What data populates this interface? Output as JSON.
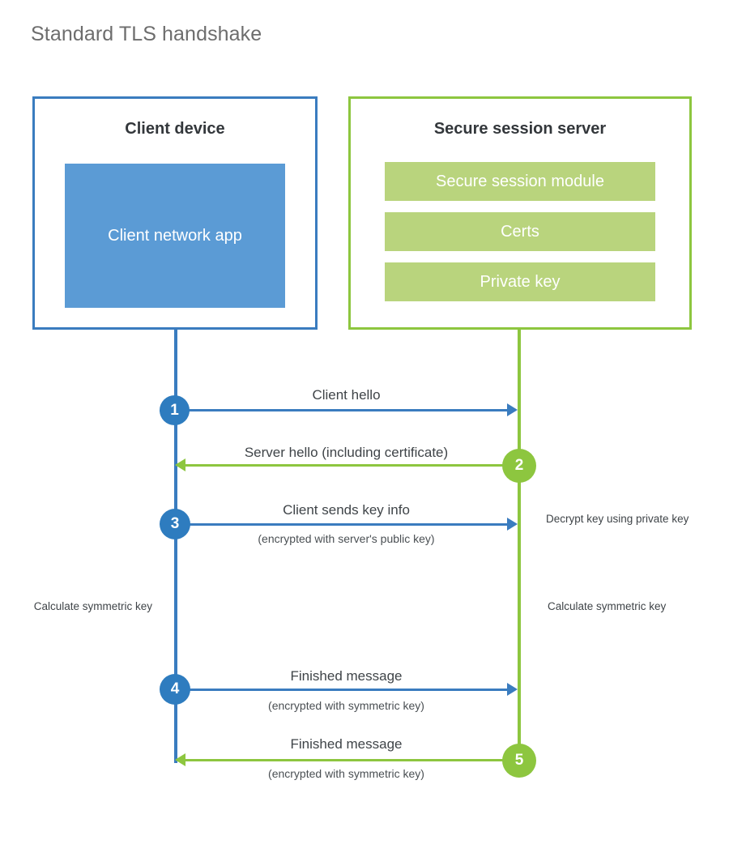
{
  "title": "Standard TLS handshake",
  "colors": {
    "client_border": "#3a7cbf",
    "client_app_fill": "#5b9bd5",
    "server_border": "#8dc63f",
    "server_bar_fill": "#b9d47d",
    "client_accent": "#2e7cbf",
    "server_accent": "#8dc63f",
    "title_text": "#6d6d6d",
    "body_text": "#3f4448"
  },
  "actors": {
    "client": {
      "title": "Client device",
      "app_label": "Client network app"
    },
    "server": {
      "title": "Secure session server",
      "components": [
        {
          "label": "Secure session module"
        },
        {
          "label": "Certs"
        },
        {
          "label": "Private key"
        }
      ]
    }
  },
  "steps": [
    {
      "number": "1",
      "label": "Client hello",
      "sublabel": "",
      "direction": "client-to-server",
      "origin": "client"
    },
    {
      "number": "2",
      "label": "Server hello (including certificate)",
      "sublabel": "",
      "direction": "server-to-client",
      "origin": "server"
    },
    {
      "number": "3",
      "label": "Client sends key info",
      "sublabel": "(encrypted with server's public key)",
      "direction": "client-to-server",
      "origin": "client"
    },
    {
      "number": "4",
      "label": "Finished message",
      "sublabel": "(encrypted with symmetric key)",
      "direction": "client-to-server",
      "origin": "client"
    },
    {
      "number": "5",
      "label": "Finished message",
      "sublabel": "(encrypted with symmetric key)",
      "direction": "server-to-client",
      "origin": "server"
    }
  ],
  "annotations": {
    "server_decrypt": "Decrypt key using private key",
    "client_calculate": "Calculate symmetric key",
    "server_calculate": "Calculate symmetric key"
  }
}
